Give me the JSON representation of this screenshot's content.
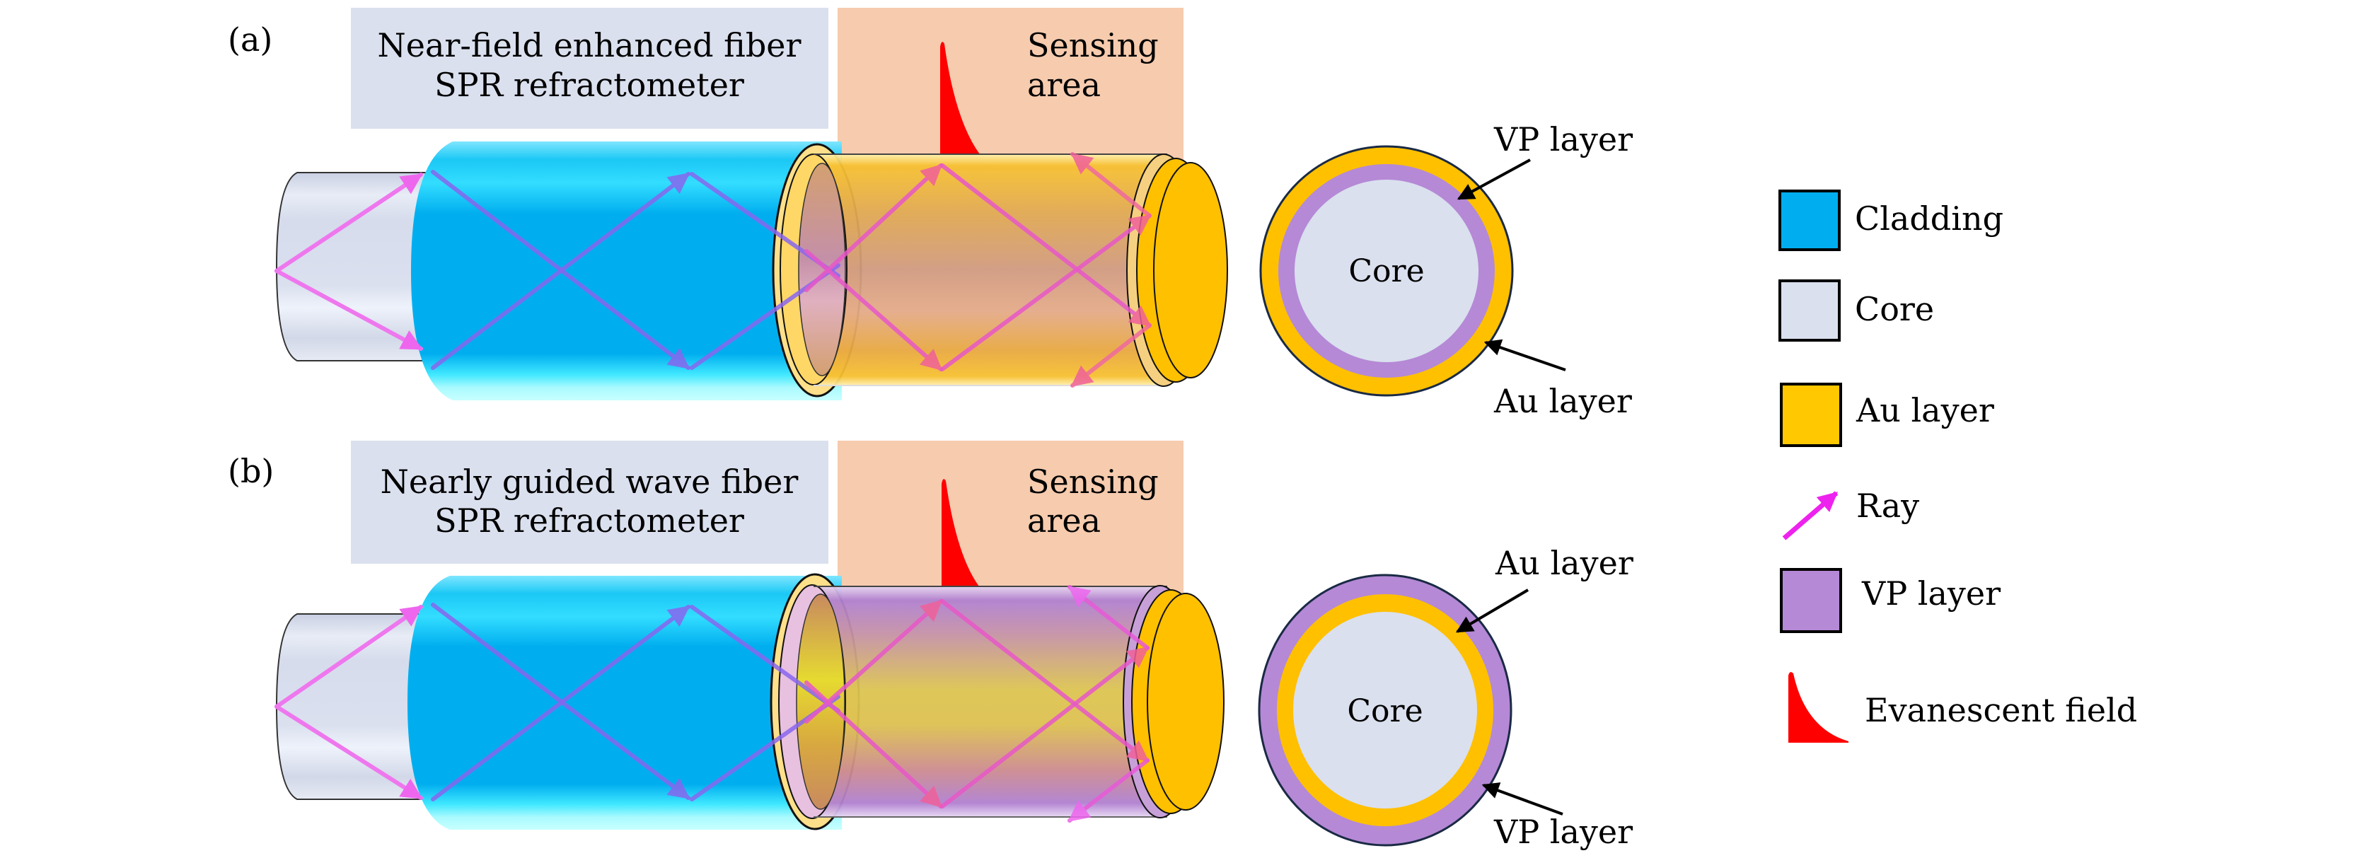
{
  "figure": {
    "colors": {
      "cladding": "#00AEEF",
      "cladding_highlight": "#33DDFF",
      "core": "#DAE0EE",
      "au_layer": "#FFC000",
      "vp_layer": "#B589D6",
      "ray": "#EE22EE",
      "evanescent": "#FF0000",
      "title_box": "#DAE0EE",
      "sensing_box": "#F6CBAE",
      "outline": "#1A2A44"
    },
    "panels": [
      {
        "tag": "(a)",
        "title_line1": "Near-field enhanced fiber",
        "title_line2": "SPR refractometer",
        "sensing_line1": "Sensing",
        "sensing_line2": "area",
        "layer_order_outer_to_inner": [
          "Au layer",
          "VP layer",
          "Core"
        ],
        "cross_section": {
          "core_label": "Core",
          "arrow_top_label": "VP layer",
          "arrow_bottom_label": "Au layer"
        }
      },
      {
        "tag": "(b)",
        "title_line1": "Nearly guided wave fiber",
        "title_line2": "SPR refractometer",
        "sensing_line1": "Sensing",
        "sensing_line2": "area",
        "layer_order_outer_to_inner": [
          "VP layer",
          "Au layer",
          "Core"
        ],
        "cross_section": {
          "core_label": "Core",
          "arrow_top_label": "Au layer",
          "arrow_bottom_label": "VP layer"
        }
      }
    ],
    "legend": [
      {
        "label": "Cladding",
        "icon": "cladding-swatch"
      },
      {
        "label": "Core",
        "icon": "core-swatch"
      },
      {
        "label": "Au layer",
        "icon": "au-layer-swatch"
      },
      {
        "label": "Ray",
        "icon": "ray-arrow-icon"
      },
      {
        "label": "VP layer",
        "icon": "vp-layer-swatch"
      },
      {
        "label": "Evanescent field",
        "icon": "evanescent-field-icon"
      }
    ]
  }
}
